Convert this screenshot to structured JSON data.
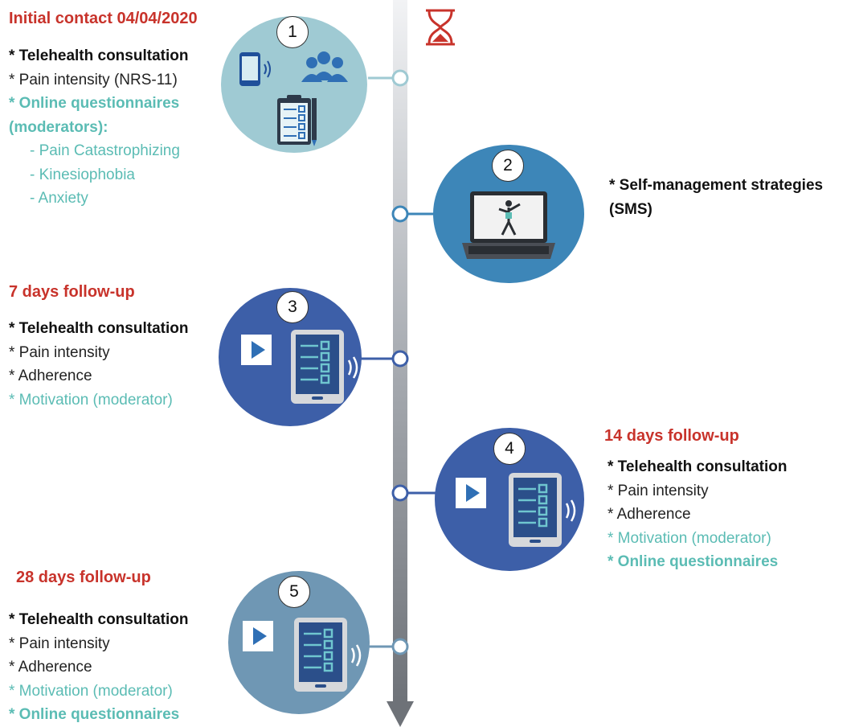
{
  "steps": [
    {
      "number": "1",
      "heading": "Initial contact 04/04/2020",
      "lines": [
        {
          "text": "* Telehealth consultation",
          "style": "b"
        },
        {
          "text": "* Pain intensity (NRS-11)",
          "style": ""
        },
        {
          "text": "* Online questionnaires",
          "style": "tealb"
        },
        {
          "text": "(moderators):",
          "style": "tealb"
        },
        {
          "text": "- Pain Catastrophizing",
          "style": "teal sub"
        },
        {
          "text": "- Kinesiophobia",
          "style": "teal sub"
        },
        {
          "text": "- Anxiety",
          "style": "teal sub"
        }
      ],
      "color": "#9fcad3",
      "icons": [
        "smartphone-icon",
        "group-icon",
        "clipboard-icon",
        "pen-icon"
      ]
    },
    {
      "number": "2",
      "heading": "",
      "lines": [
        {
          "text": "* Self-management strategies",
          "style": "b"
        },
        {
          "text": "(SMS)",
          "style": "b"
        }
      ],
      "color": "#3d86b8",
      "icons": [
        "laptop-icon",
        "exercise-person-icon"
      ]
    },
    {
      "number": "3",
      "heading": "7 days follow-up",
      "lines": [
        {
          "text": "* Telehealth consultation",
          "style": "b"
        },
        {
          "text": "* Pain intensity",
          "style": ""
        },
        {
          "text": "* Adherence",
          "style": ""
        },
        {
          "text": "* Motivation (moderator)",
          "style": "teal"
        }
      ],
      "color": "#3d5fa8",
      "icons": [
        "play-icon",
        "tablet-checklist-icon"
      ]
    },
    {
      "number": "4",
      "heading": "14 days follow-up",
      "lines": [
        {
          "text": "* Telehealth consultation",
          "style": "b"
        },
        {
          "text": "* Pain intensity",
          "style": ""
        },
        {
          "text": "* Adherence",
          "style": ""
        },
        {
          "text": "* Motivation (moderator)",
          "style": "teal"
        },
        {
          "text": "* Online questionnaires",
          "style": "tealb"
        }
      ],
      "color": "#3d5fa8",
      "icons": [
        "play-icon",
        "tablet-checklist-icon"
      ]
    },
    {
      "number": "5",
      "heading": "28 days follow-up",
      "lines": [
        {
          "text": "* Telehealth consultation",
          "style": "b"
        },
        {
          "text": "* Pain intensity",
          "style": ""
        },
        {
          "text": "* Adherence",
          "style": ""
        },
        {
          "text": "* Motivation (moderator)",
          "style": "teal"
        },
        {
          "text": "* Online questionnaires",
          "style": "tealb"
        }
      ],
      "color": "#6f97b4",
      "icons": [
        "play-icon",
        "tablet-checklist-icon"
      ]
    }
  ],
  "timeline": {
    "icon": "hourglass-icon",
    "accent_color": "#c8332b",
    "teal_color": "#5bbcb4"
  }
}
